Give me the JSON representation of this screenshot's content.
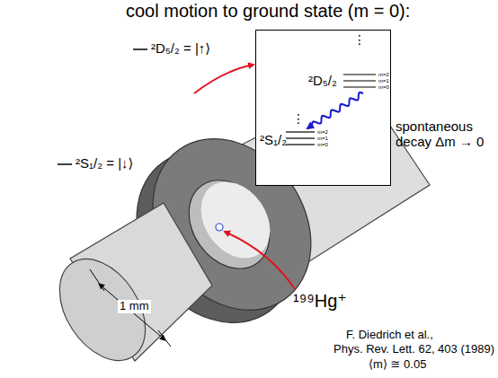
{
  "diagram": {
    "title": "cool motion to ground state (m = 0):",
    "nodes": [
      {
        "text": [
          "⋮",
          "²D₅/₂",
          "m=2",
          "m=1",
          "m=0",
          "⋮",
          "²S₁/₂",
          "m=2",
          "m=1",
          "m=0"
        ]
      }
    ],
    "labels": [
      "²D₅/₂ = |↑⟩",
      "²S₁/₂ = |↓⟩",
      "spontaneous decay Δm → 0",
      "1 mm",
      "¹⁹⁹Hg⁺",
      "F. Diedrich et al.,",
      "Phys. Rev. Lett. 62, 403 (1989)",
      "⟨m⟩ ≅ 0.05"
    ]
  }
}
